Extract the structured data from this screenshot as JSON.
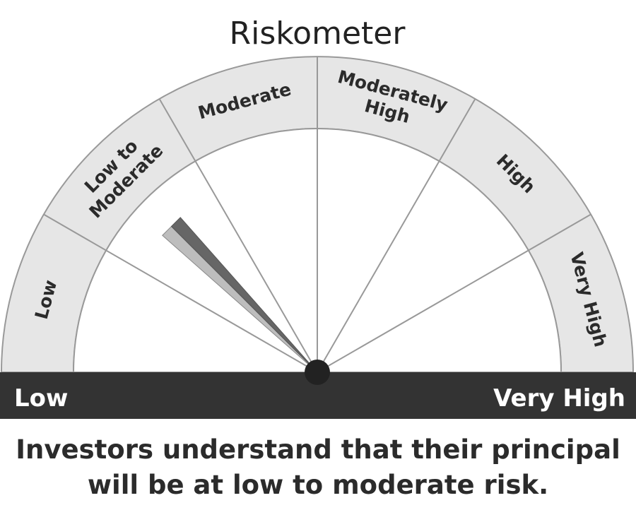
{
  "title": "Riskometer",
  "segments": [
    {
      "lines": [
        "Low"
      ]
    },
    {
      "lines": [
        "Low to",
        "Moderate"
      ]
    },
    {
      "lines": [
        "Moderate"
      ]
    },
    {
      "lines": [
        "Moderately",
        "High"
      ]
    },
    {
      "lines": [
        "High"
      ]
    },
    {
      "lines": [
        "Very High"
      ]
    }
  ],
  "bar": {
    "left_label": "Low",
    "right_label": "Very High"
  },
  "needle": {
    "level": "Low to Moderate"
  },
  "caption": {
    "line1": "Investors understand that their principal",
    "line2": "will be at low to moderate risk."
  },
  "colors": {
    "band": "#e6e6e6",
    "bar": "#333333",
    "needle_dark": "#666666",
    "needle_light": "#bdbdbd",
    "lines": "#999999"
  }
}
